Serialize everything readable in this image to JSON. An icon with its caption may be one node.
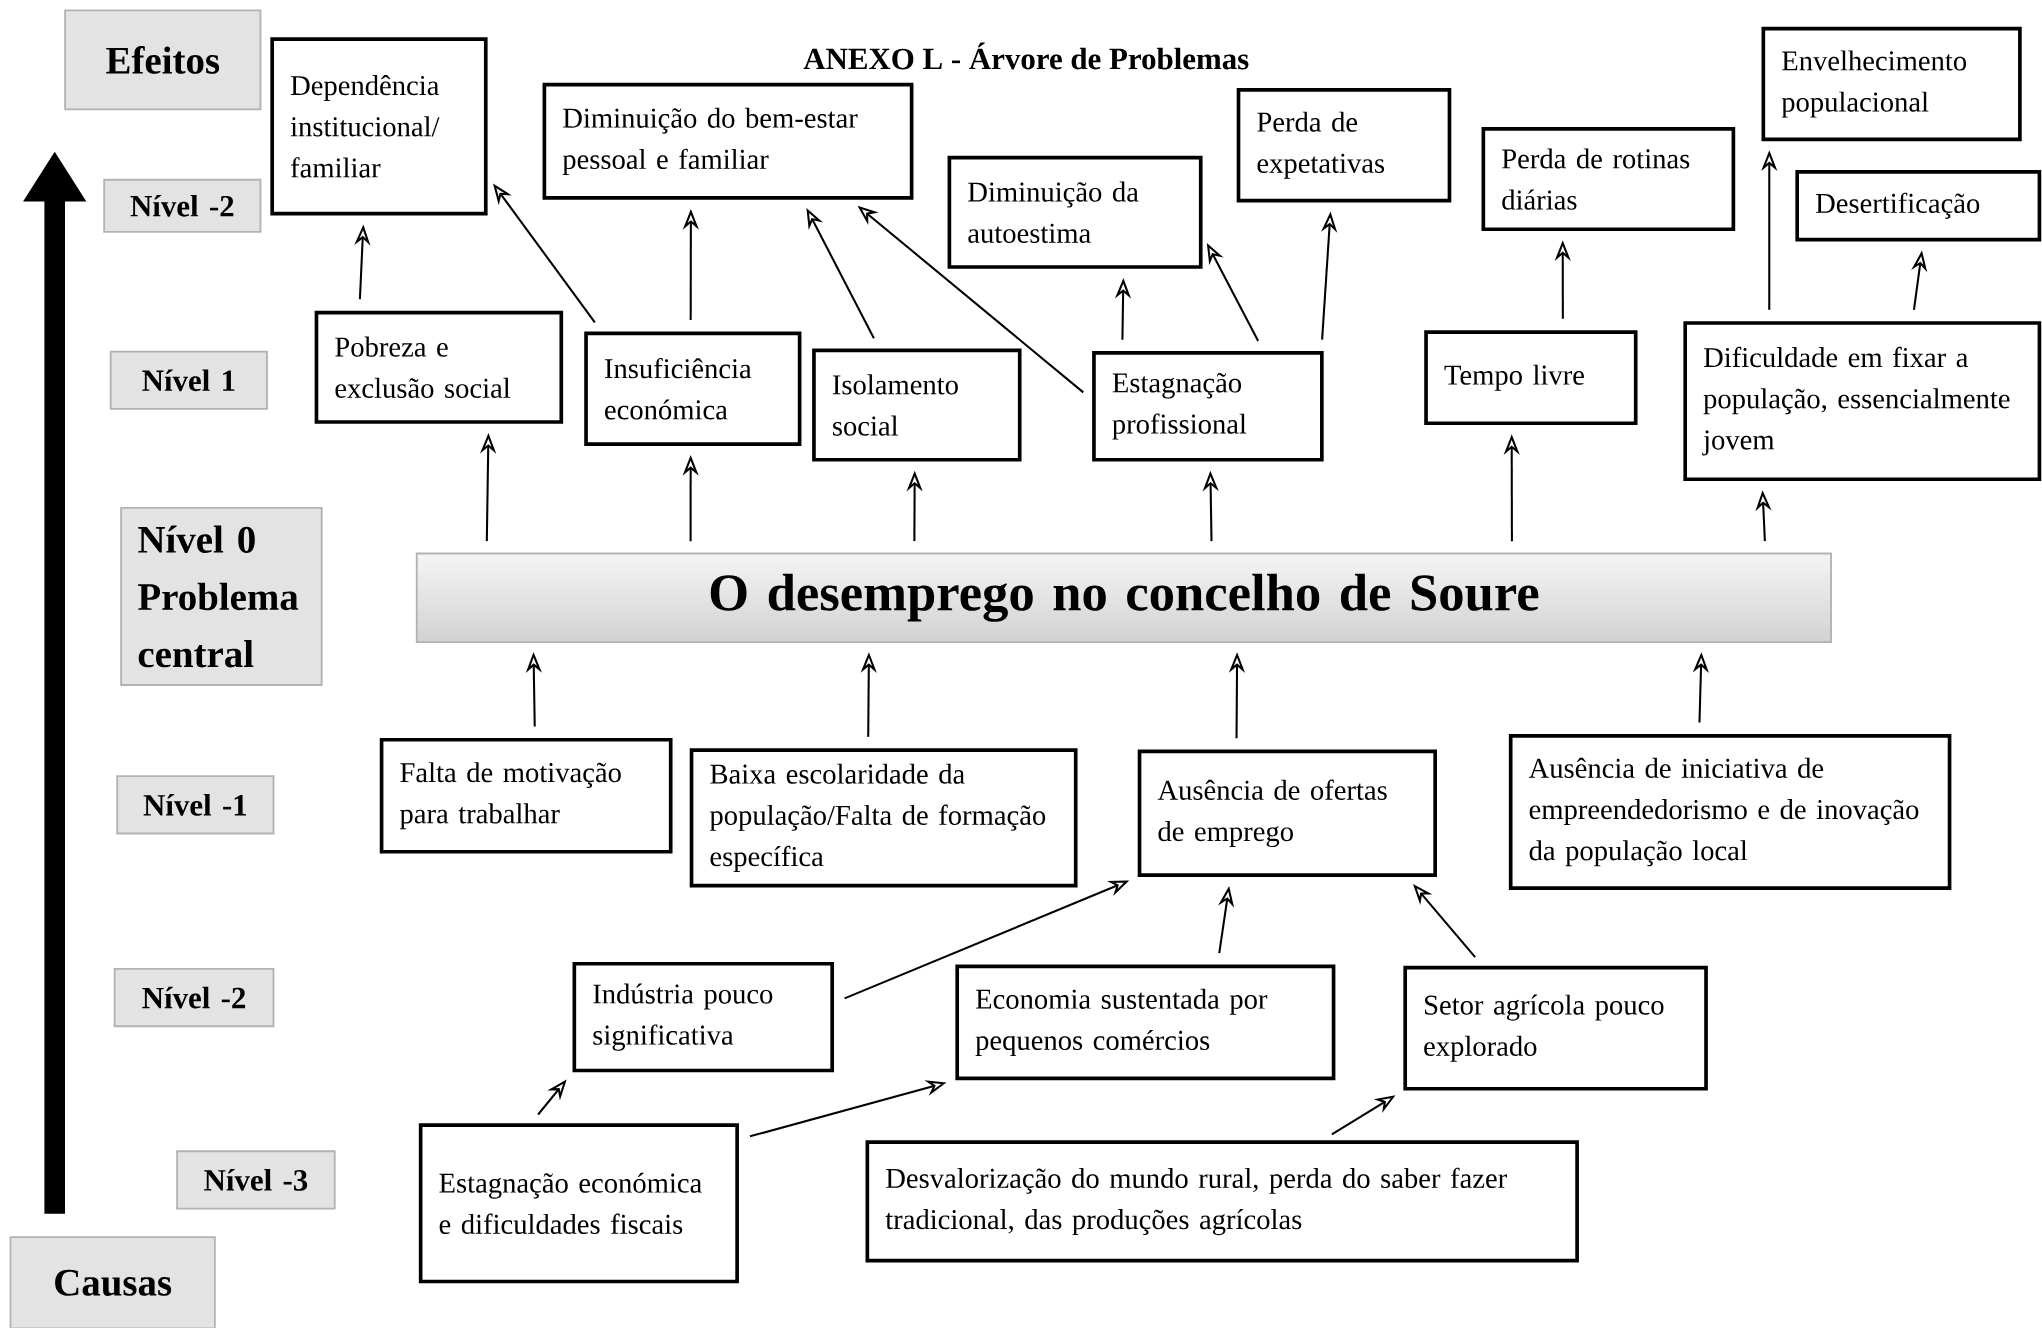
{
  "diagram": {
    "title": "ANEXO L - Árvore de Problemas",
    "nodes": [
      {
        "text": [
          "Efeitos"
        ]
      },
      {
        "text": [
          "Nível -2"
        ]
      },
      {
        "text": [
          "Nível 1"
        ]
      },
      {
        "text": [
          "Nível 0 Problema central"
        ]
      },
      {
        "text": [
          "Nível -1"
        ]
      },
      {
        "text": [
          "Nível -2"
        ]
      },
      {
        "text": [
          "Nível -3"
        ]
      },
      {
        "text": [
          "Causas"
        ]
      },
      {
        "text": [
          "Dependência institucional/ familiar"
        ]
      },
      {
        "text": [
          "Diminuição do bem-estar pessoal e familiar"
        ]
      },
      {
        "text": [
          "Perda de expetativas"
        ]
      },
      {
        "text": [
          "Diminuição da autoestima"
        ]
      },
      {
        "text": [
          "Envelhecimento populacional"
        ]
      },
      {
        "text": [
          "Perda de rotinas diárias"
        ]
      },
      {
        "text": [
          "Desertificação"
        ]
      },
      {
        "text": [
          "Pobreza e exclusão social"
        ]
      },
      {
        "text": [
          "Insuficiência económica"
        ]
      },
      {
        "text": [
          "Isolamento social"
        ]
      },
      {
        "text": [
          "Estagnação profissional"
        ]
      },
      {
        "text": [
          "Tempo livre"
        ]
      },
      {
        "text": [
          "Dificuldade em fixar a população, essencialmente jovem"
        ]
      },
      {
        "text": [
          "O desemprego no concelho de Soure"
        ]
      },
      {
        "text": [
          "Falta de motivação para trabalhar"
        ]
      },
      {
        "text": [
          "Baixa escolaridade da população/Falta de formação específica"
        ]
      },
      {
        "text": [
          "Ausência de ofertas de emprego"
        ]
      },
      {
        "text": [
          "Ausência de iniciativa de empreendedorismo e de inovação da população local"
        ]
      },
      {
        "text": [
          "Indústria pouco significativa"
        ]
      },
      {
        "text": [
          "Economia sustentada por pequenos comércios"
        ]
      },
      {
        "text": [
          "Setor agrícola pouco explorado"
        ]
      },
      {
        "text": [
          "Estagnação económica e dificuldades fiscais"
        ]
      },
      {
        "text": [
          "Desvalorização do mundo rural, perda do saber fazer tradicional, das produções agrícolas"
        ]
      }
    ],
    "edges": [
      {
        "from": 15,
        "to": 8,
        "arrow": "to"
      },
      {
        "from": 16,
        "to": 8,
        "arrow": "to"
      },
      {
        "from": 16,
        "to": 9,
        "arrow": "to"
      },
      {
        "from": 17,
        "to": 9,
        "arrow": "to"
      },
      {
        "from": 18,
        "to": 9,
        "arrow": "to"
      },
      {
        "from": 18,
        "to": 11,
        "arrow": "to"
      },
      {
        "from": 18,
        "to": 11,
        "arrow": "to"
      },
      {
        "from": 18,
        "to": 10,
        "arrow": "to"
      },
      {
        "from": 19,
        "to": 13,
        "arrow": "to"
      },
      {
        "from": 20,
        "to": 12,
        "arrow": "to"
      },
      {
        "from": 20,
        "to": 14,
        "arrow": "to"
      },
      {
        "from": 21,
        "to": 15,
        "arrow": "to"
      },
      {
        "from": 21,
        "to": 16,
        "arrow": "to"
      },
      {
        "from": 21,
        "to": 17,
        "arrow": "to"
      },
      {
        "from": 21,
        "to": 18,
        "arrow": "to"
      },
      {
        "from": 21,
        "to": 19,
        "arrow": "to"
      },
      {
        "from": 21,
        "to": 20,
        "arrow": "to"
      },
      {
        "from": 22,
        "to": 21,
        "arrow": "to"
      },
      {
        "from": 23,
        "to": 21,
        "arrow": "to"
      },
      {
        "from": 24,
        "to": 21,
        "arrow": "to"
      },
      {
        "from": 25,
        "to": 21,
        "arrow": "to"
      },
      {
        "from": 26,
        "to": 24,
        "arrow": "to"
      },
      {
        "from": 27,
        "to": 24,
        "arrow": "to"
      },
      {
        "from": 28,
        "to": 24,
        "arrow": "to"
      },
      {
        "from": 29,
        "to": 26,
        "arrow": "to"
      },
      {
        "from": 29,
        "to": 27,
        "arrow": "to"
      },
      {
        "from": 30,
        "to": 28,
        "arrow": "to"
      }
    ]
  }
}
